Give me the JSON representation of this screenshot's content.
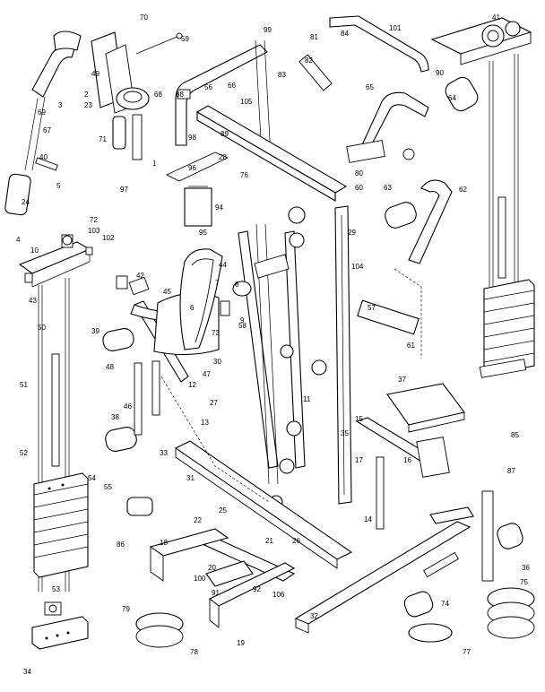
{
  "diagram": {
    "callouts": [
      "1",
      "2",
      "3",
      "4",
      "5",
      "6",
      "7",
      "8",
      "9",
      "10",
      "11",
      "12",
      "13",
      "14",
      "15",
      "16",
      "17",
      "18",
      "19",
      "20",
      "21",
      "22",
      "23",
      "24",
      "25",
      "26",
      "27",
      "28",
      "29",
      "30",
      "31",
      "32",
      "33",
      "34",
      "35",
      "36",
      "37",
      "38",
      "39",
      "40",
      "41",
      "42",
      "43",
      "44",
      "45",
      "46",
      "47",
      "48",
      "49",
      "50",
      "51",
      "52",
      "53",
      "54",
      "55",
      "56",
      "57",
      "58",
      "59",
      "60",
      "61",
      "62",
      "63",
      "64",
      "65",
      "66",
      "67",
      "68",
      "69",
      "70",
      "71",
      "72",
      "73",
      "74",
      "75",
      "76",
      "77",
      "78",
      "79",
      "80",
      "81",
      "82",
      "83",
      "84",
      "85",
      "86",
      "87",
      "88",
      "89",
      "90",
      "91",
      "92",
      "94",
      "95",
      "96",
      "97",
      "98",
      "99",
      "100",
      "101",
      "102",
      "103",
      "104",
      "105",
      "106"
    ]
  }
}
